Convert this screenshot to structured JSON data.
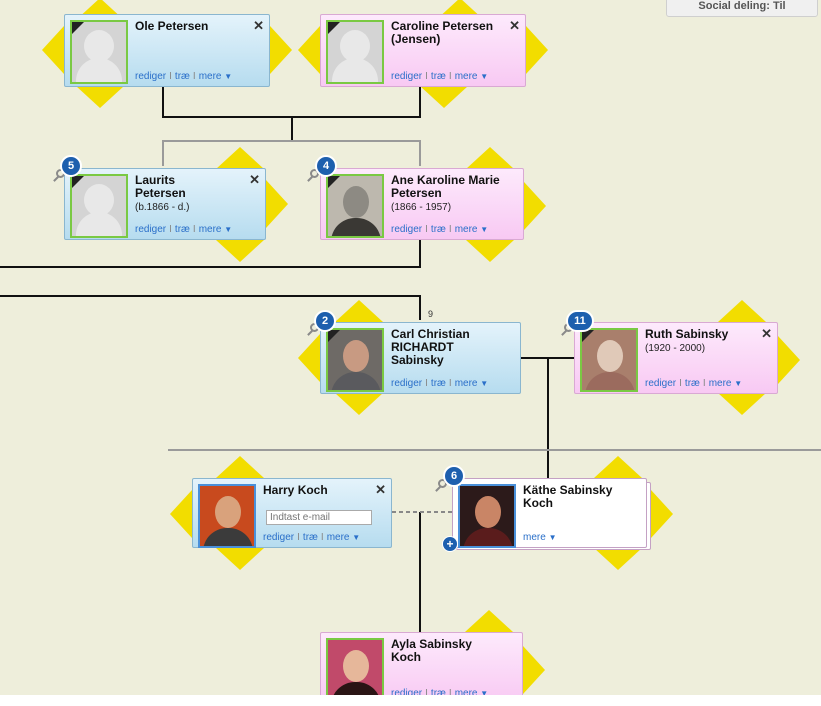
{
  "social_sharing": "Social deling: Til",
  "generation_label": "9",
  "link_labels": {
    "edit": "rediger",
    "tree": "træ",
    "more": "mere",
    "separator": "I"
  },
  "email_placeholder": "Indtast e-mail",
  "people": {
    "ole": {
      "name": "Ole Petersen",
      "dates": ""
    },
    "caroline": {
      "name": "Caroline Petersen (Jensen)",
      "dates": ""
    },
    "laurits": {
      "name": "Laurits Petersen",
      "dates": "(b.1866 - d.)",
      "badge": "5"
    },
    "ane": {
      "name": "Ane Karoline Marie Petersen",
      "dates": "(1866 - 1957)",
      "badge": "4"
    },
    "carl": {
      "name": "Carl Christian RICHARDT Sabinsky",
      "dates": "",
      "badge": "2"
    },
    "ruth": {
      "name": "Ruth Sabinsky",
      "dates": "(1920 - 2000)",
      "badge": "11"
    },
    "harry": {
      "name": "Harry Koch",
      "dates": ""
    },
    "kathe": {
      "name": "Käthe Sabinsky Koch",
      "dates": "",
      "badge": "6"
    },
    "ayla": {
      "name": "Ayla Sabinsky Koch",
      "dates": ""
    }
  },
  "colors": {
    "canvas": "#eeeedb",
    "arrow": "#f2dd00",
    "male_card": "#c9e7f5",
    "female_card": "#fbd9f7",
    "badge": "#1d5fae",
    "link": "#2a6fc9"
  }
}
